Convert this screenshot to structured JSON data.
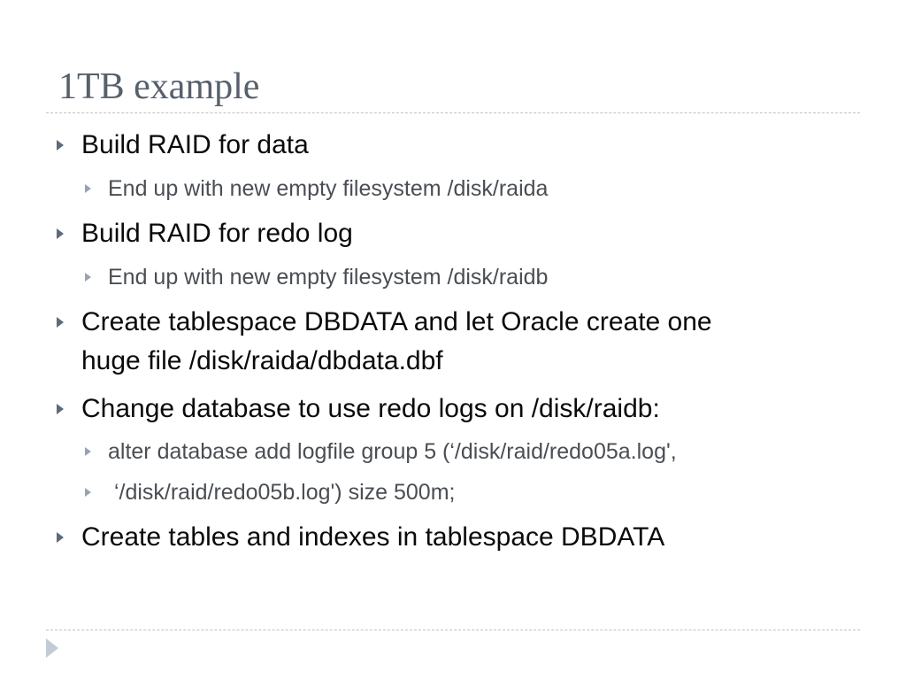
{
  "slide": {
    "title": "1TB example",
    "items": [
      {
        "level": 1,
        "text": "Build RAID for data"
      },
      {
        "level": 2,
        "text": "End up with new empty filesystem /disk/raida"
      },
      {
        "level": 1,
        "text": "Build RAID for redo log"
      },
      {
        "level": 2,
        "text": "End up with new empty filesystem /disk/raidb"
      },
      {
        "level": 1,
        "text": "Create tablespace DBDATA and let Oracle create one"
      },
      {
        "level": 1,
        "continuation": true,
        "text": "huge file /disk/raida/dbdata.dbf"
      },
      {
        "level": 1,
        "text": "Change database to use redo logs on /disk/raidb:"
      },
      {
        "level": 2,
        "text": "alter database add logfile group 5 (‘/disk/raid/redo05a.log',"
      },
      {
        "level": 2,
        "text": " ‘/disk/raid/redo05b.log') size 500m;"
      },
      {
        "level": 1,
        "text": "Create tables and indexes in tablespace DBDATA"
      }
    ]
  },
  "colors": {
    "title": "#57606b",
    "bullet_level1": "#5c6a7a",
    "bullet_level2": "#9aa3ad",
    "text_level1": "#0a0a0a",
    "text_level2": "#4a4e54",
    "rule": "#b9c3cf"
  }
}
